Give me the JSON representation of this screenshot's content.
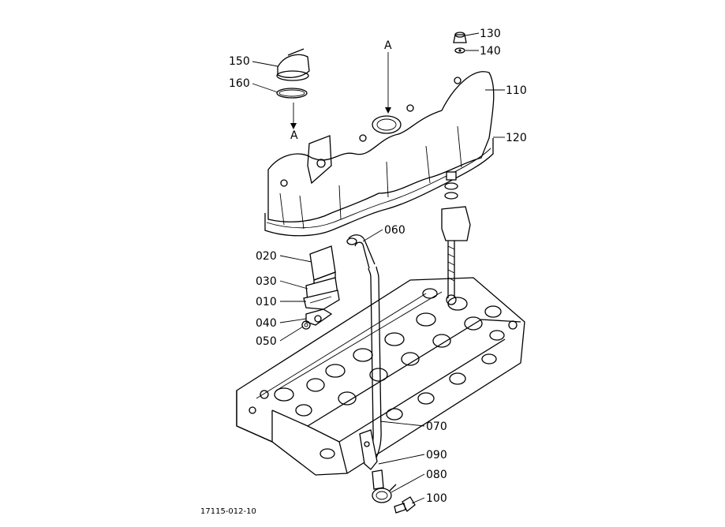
{
  "figure_code": "17115-012-10",
  "view_marker": "A",
  "callouts": [
    {
      "id": "110",
      "text": "110"
    },
    {
      "id": "120",
      "text": "120"
    },
    {
      "id": "130",
      "text": "130"
    },
    {
      "id": "140",
      "text": "140"
    },
    {
      "id": "150",
      "text": "150"
    },
    {
      "id": "160",
      "text": "160"
    },
    {
      "id": "020",
      "text": "020"
    },
    {
      "id": "030",
      "text": "030"
    },
    {
      "id": "010",
      "text": "010"
    },
    {
      "id": "040",
      "text": "040"
    },
    {
      "id": "050",
      "text": "050"
    },
    {
      "id": "060",
      "text": "060"
    },
    {
      "id": "070",
      "text": "070"
    },
    {
      "id": "090",
      "text": "090"
    },
    {
      "id": "080",
      "text": "080"
    },
    {
      "id": "100",
      "text": "100"
    }
  ]
}
